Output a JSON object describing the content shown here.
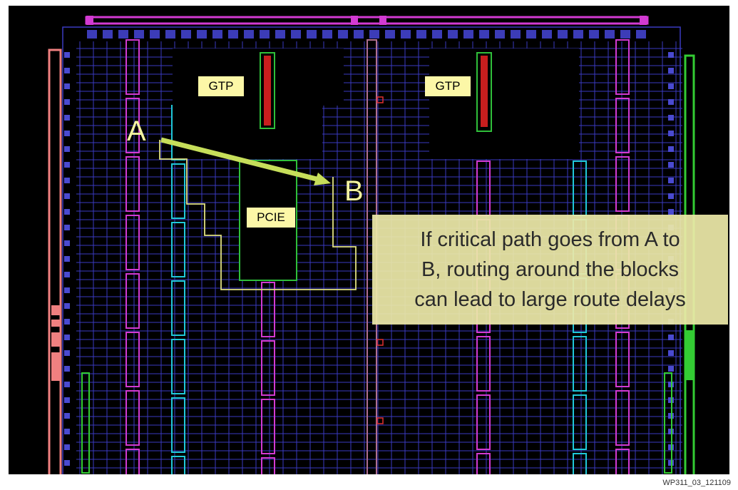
{
  "blocks": {
    "gtp_left": "GTP",
    "gtp_right": "GTP",
    "pcie": "PCIE"
  },
  "points": {
    "a": "A",
    "b": "B"
  },
  "note": {
    "lines": [
      "If critical path goes from A to",
      "B, routing around the blocks",
      "can lead to large route delays"
    ]
  },
  "figure_id": "WP311_03_121109",
  "colors": {
    "background": "#000000",
    "grid": "#3a3ac0",
    "column_magenta": "#d23ad2",
    "column_cyan": "#20c8d8",
    "block_green": "#2fbf3a",
    "route_path": "#e0e080",
    "arrow": "#c6de5a",
    "label_fill": "#fcf7a7",
    "io_left": "#f08080",
    "io_right": "#33cc33"
  }
}
